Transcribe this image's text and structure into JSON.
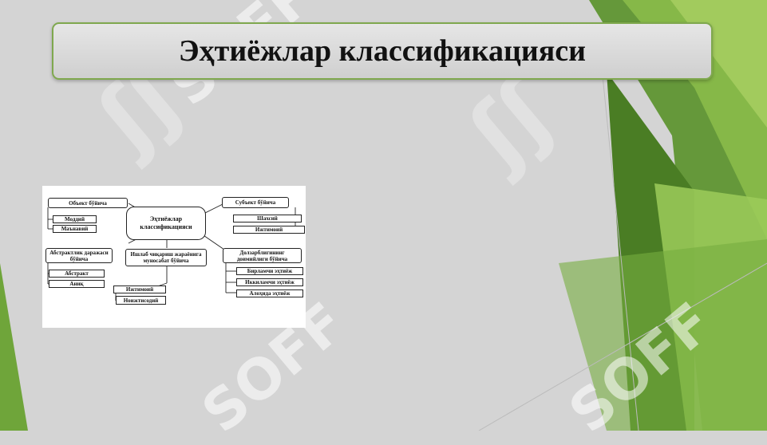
{
  "slide": {
    "title": "Эҳтиёжлар классификацияси",
    "watermark": "SOFF"
  },
  "diagram": {
    "center": "Эҳтиёжлар классификацияси",
    "groups": {
      "object": {
        "label": "Объект бўйича",
        "items": [
          "Моддий",
          "Маънавий"
        ]
      },
      "subject": {
        "label": "Субъект бўйича",
        "items": [
          "Шахсий",
          "Ижтимоий"
        ]
      },
      "abstraction": {
        "label": "Абстрактлик даражаси бўйича",
        "items": [
          "Абстракт",
          "Аниқ"
        ]
      },
      "production": {
        "label": "Ишлаб чиқариш жараёнига муносабат бўйича",
        "items": [
          "Ижтимоий",
          "Ноижтисодий"
        ]
      },
      "fulfillment": {
        "label": "Долзарблигининг доимийлиги бўйича",
        "items": [
          "Бирламчи эҳтиёж",
          "Иккиламчи эҳтиёж",
          "Алоҳида эҳтиёж"
        ]
      }
    }
  },
  "colors": {
    "background": "#d4d4d4",
    "green_dark": "#4a7d24",
    "green_mid": "#6fa53a",
    "green_light": "#9ccb5a",
    "title_border": "#7fa84e"
  }
}
